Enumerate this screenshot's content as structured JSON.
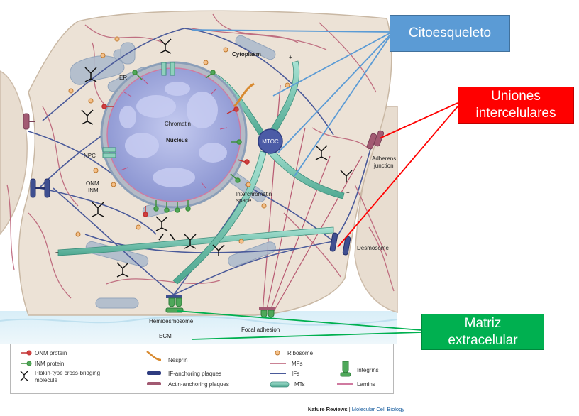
{
  "callouts": {
    "cytoskeleton": "Citoesqueleto",
    "intercellular_line1": "Uniones",
    "intercellular_line2": "intercelulares",
    "ecm_line1": "Matriz",
    "ecm_line2": "extracelular"
  },
  "labels": {
    "cytoplasm": "Cytoplasm",
    "er": "ER",
    "chromatin": "Chromatin",
    "nucleus": "Nucleus",
    "npc": "NPC",
    "onm": "ONM",
    "inm": "INM",
    "mtoc": "MTOC",
    "interchromatin_1": "Interchromatin",
    "interchromatin_2": "space",
    "adherens_1": "Adherens",
    "adherens_2": "junction",
    "desmosome": "Desmosome",
    "hemidesmosome": "Hemidesmosome",
    "focal_adhesion": "Focal adhesion",
    "ecm": "ECM",
    "plus": "+",
    "minus": "-"
  },
  "legend": {
    "onm_protein": "ONM protein",
    "inm_protein": "INM protein",
    "plakin_1": "Plakin-type cross-bridging",
    "plakin_2": "molecule",
    "nesprin": "Nesprin",
    "if_plaques": "IF-anchoring plaques",
    "actin_plaques": "Actin-anchoring plaques",
    "ribosome": "Ribosome",
    "mfs": "MFs",
    "ifs": "IFs",
    "mts": "MTs",
    "integrins": "Integrins",
    "lamins": "Lamins"
  },
  "credit": {
    "journal": "Nature Reviews",
    "separator": " | ",
    "section": "Molecular Cell Biology"
  },
  "colors": {
    "cell": "#ece2d6",
    "mf": "#b85a72",
    "if_line": "#4a5a9a",
    "mt": "#6fc0ad",
    "nucleus": "#9aa5da",
    "er": "#8a9eb8",
    "callout_blue": "#5b9bd5",
    "callout_red": "#ff0000",
    "callout_green": "#00b050"
  }
}
